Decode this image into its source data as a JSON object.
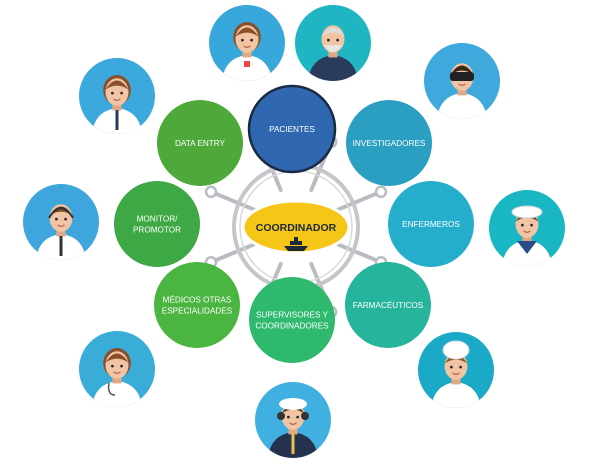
{
  "center": {
    "label": "COORDINADOR",
    "fill": "#f5c518"
  },
  "roles": [
    {
      "id": "pacientes",
      "lines": [
        "PACIENTES"
      ],
      "fill": "#2f67b0",
      "ring": "#1b2a44"
    },
    {
      "id": "investigadores",
      "lines": [
        "INVESTIGADORES"
      ],
      "fill": "#2a9fc2"
    },
    {
      "id": "enfermeros",
      "lines": [
        "ENFERMEROS"
      ],
      "fill": "#25aecb"
    },
    {
      "id": "farmaceuticos",
      "lines": [
        "FARMACÉUTICOS"
      ],
      "fill": "#27b49c"
    },
    {
      "id": "supervisores",
      "lines": [
        "SUPERVISORES Y",
        "COORDINADORES"
      ],
      "fill": "#2eb96f"
    },
    {
      "id": "medicos",
      "lines": [
        "MÉDICOS OTRAS",
        "ESPECIALIDADES"
      ],
      "fill": "#4bb541"
    },
    {
      "id": "monitor",
      "lines": [
        "MONITOR/",
        "PROMOTOR"
      ],
      "fill": "#3ea844"
    },
    {
      "id": "data-entry",
      "lines": [
        "DATA ENTRY"
      ],
      "fill": "#4fa83a"
    }
  ],
  "avatars": [
    {
      "name": "female-nurse-avatar",
      "role": "nurse-female",
      "bg": "#38a8dc"
    },
    {
      "name": "bearded-captain-avatar",
      "role": "captain",
      "bg": "#1fb5c2"
    },
    {
      "name": "binoculars-sailor-avatar",
      "role": "binoculars",
      "bg": "#3fa9dd"
    },
    {
      "name": "sailor-white-cap-avatar",
      "role": "sailor",
      "bg": "#19b6c4"
    },
    {
      "name": "chef-avatar",
      "role": "chef",
      "bg": "#1aa9c7"
    },
    {
      "name": "captain-headphones-avatar",
      "role": "headphones",
      "bg": "#3fb0e0"
    },
    {
      "name": "female-doctor-avatar",
      "role": "doctor-female",
      "bg": "#3aacd8"
    },
    {
      "name": "headset-operator-avatar",
      "role": "headset",
      "bg": "#3fa6dd"
    },
    {
      "name": "female-officer-avatar",
      "role": "officer-female",
      "bg": "#3ba9dd"
    }
  ]
}
